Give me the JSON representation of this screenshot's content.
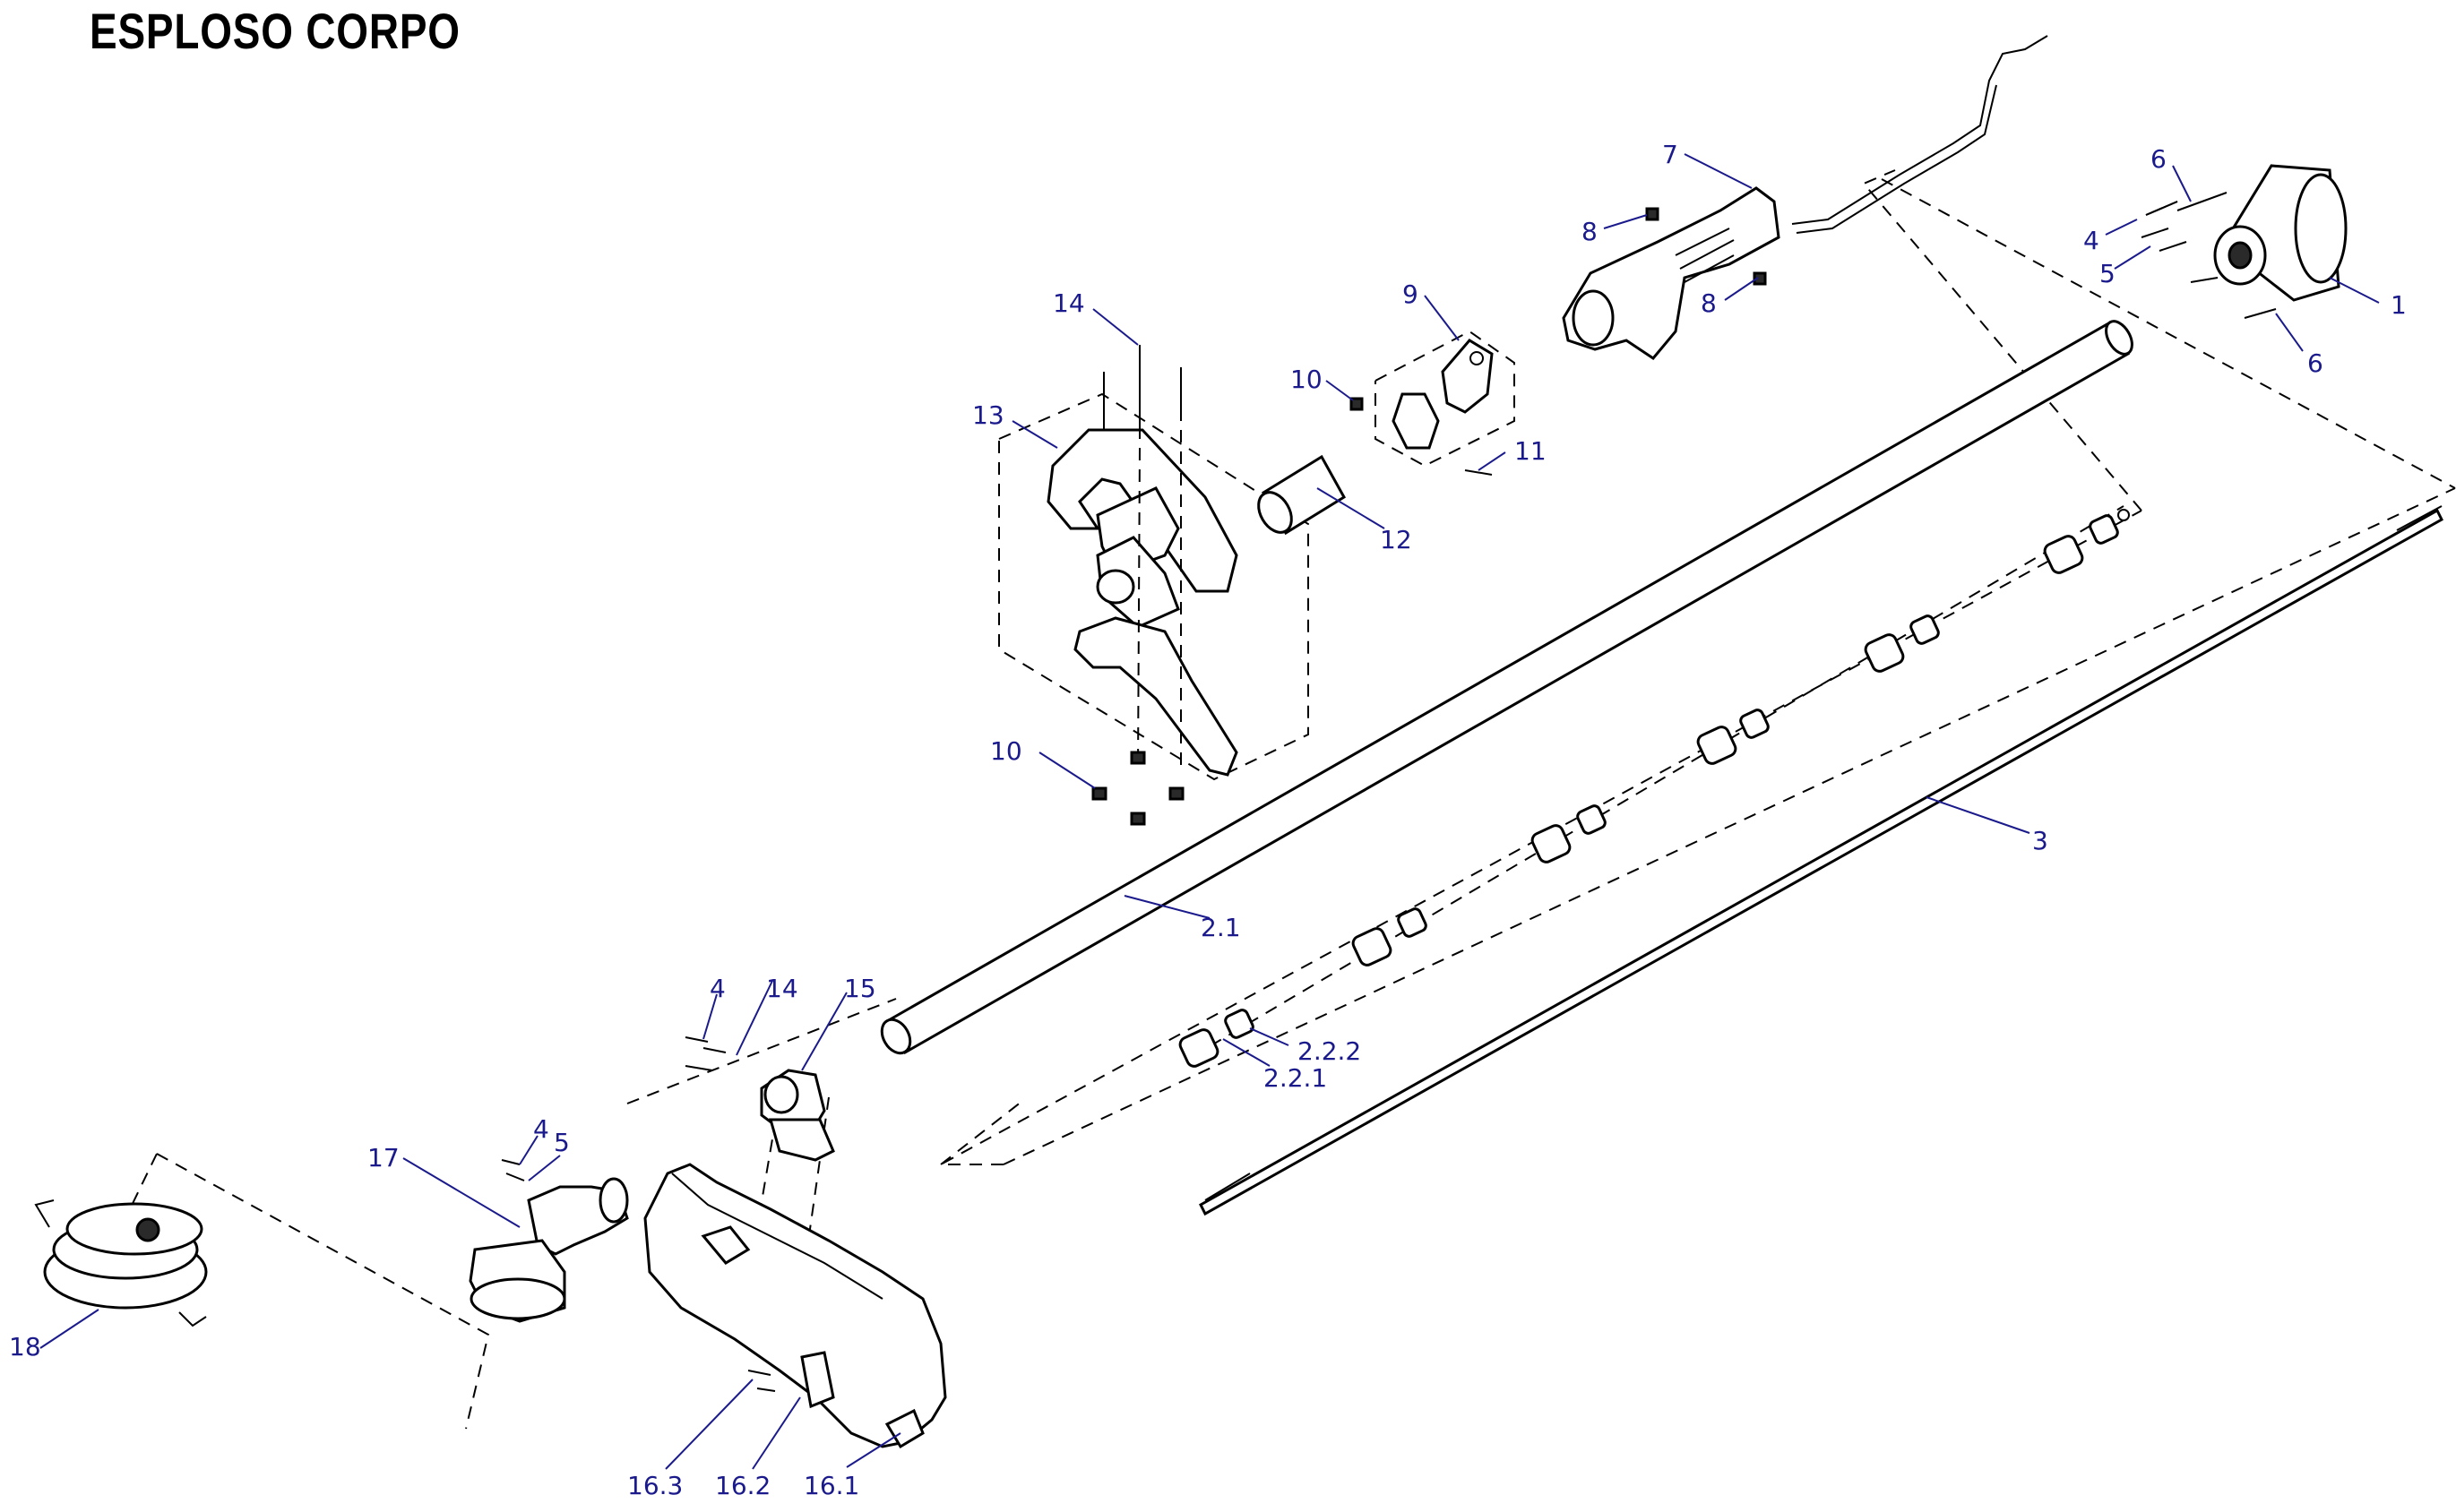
{
  "title": "ESPLOSO CORPO",
  "labels": {
    "p1": "1",
    "p2_1": "2.1",
    "p2_2_1": "2.2.1",
    "p2_2_2": "2.2.2",
    "p3": "3",
    "p4a": "4",
    "p4b": "4",
    "p4c": "4",
    "p5a": "5",
    "p5b": "5",
    "p6a": "6",
    "p6b": "6",
    "p7": "7",
    "p8a": "8",
    "p8b": "8",
    "p9": "9",
    "p10a": "10",
    "p10b": "10",
    "p11": "11",
    "p12": "12",
    "p13": "13",
    "p14a": "14",
    "p14b": "14",
    "p15": "15",
    "p16_1": "16.1",
    "p16_2": "16.2",
    "p16_3": "16.3",
    "p17": "17",
    "p18": "18"
  },
  "colors": {
    "label": "#1a1a8c",
    "line": "#000000"
  }
}
